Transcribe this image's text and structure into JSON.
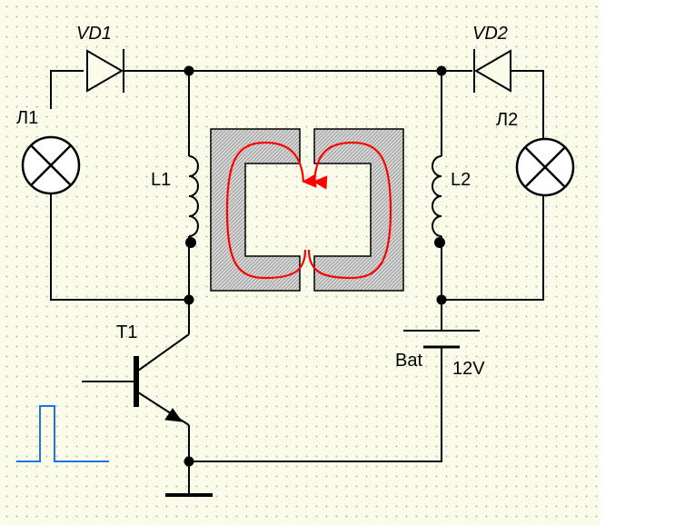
{
  "labels": {
    "vd1": "VD1",
    "vd2": "VD2",
    "lamp1": "Л1",
    "lamp2": "Л2",
    "coil1": "L1",
    "coil2": "L2",
    "transistor": "T1",
    "battery": "Bat",
    "voltage": "12V"
  },
  "colors": {
    "wire": "#000000",
    "flux": "#ff0000",
    "pulse": "#1a73e8",
    "core": "#c8c8c8",
    "grid_dot": "#b8b8a8"
  }
}
